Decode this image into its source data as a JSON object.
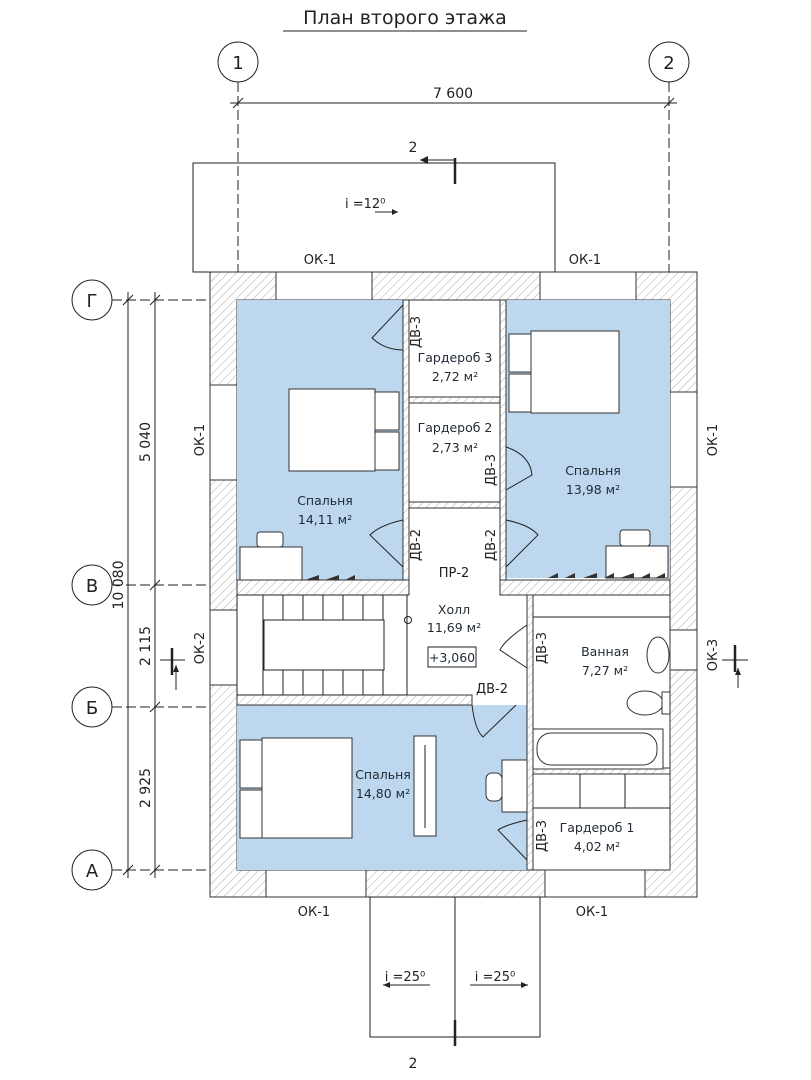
{
  "title": "План второго этажа",
  "axes": {
    "col_1": "1",
    "col_2": "2",
    "row_g": "Г",
    "row_v": "В",
    "row_b": "Б",
    "row_a": "А"
  },
  "dimensions": {
    "width_total": "7 600",
    "height_total": "10 080",
    "g_v": "5 040",
    "v_b": "2 115",
    "b_a": "2 925"
  },
  "section_marks": {
    "top": "2",
    "bottom": "2"
  },
  "roof_slopes": {
    "top": "i =12⁰",
    "bottom_left": "i =25⁰",
    "bottom_right": "i =25⁰"
  },
  "windows": {
    "top_left": "ОК-1",
    "top_right": "ОК-1",
    "left_upper": "ОК-1",
    "right_upper": "ОК-1",
    "left_mid": "ОК-2",
    "right_mid": "ОК-3",
    "bottom_left": "ОК-1",
    "bottom_right": "ОК-1"
  },
  "doors": {
    "d1": "ДВ-3",
    "d2": "ДВ-3",
    "d3": "ДВ-2",
    "d4": "ДВ-2",
    "d5": "ДВ-3",
    "d6": "ДВ-2",
    "d7": "ДВ-3",
    "opening": "ПР-2"
  },
  "rooms": [
    {
      "name": "Спальня",
      "area": "14,11 м²"
    },
    {
      "name": "Гардероб 3",
      "area": "2,72 м²"
    },
    {
      "name": "Гардероб 2",
      "area": "2,73 м²"
    },
    {
      "name": "Спальня",
      "area": "13,98 м²"
    },
    {
      "name": "Холл",
      "area": "11,69 м²"
    },
    {
      "name": "Ванная",
      "area": "7,27 м²"
    },
    {
      "name": "Спальня",
      "area": "14,80 м²"
    },
    {
      "name": "Гардероб 1",
      "area": "4,02 м²"
    }
  ],
  "level_mark": "+3,060",
  "colors": {
    "bedroom_fill": "#bcd7ee",
    "line": "#222222"
  }
}
